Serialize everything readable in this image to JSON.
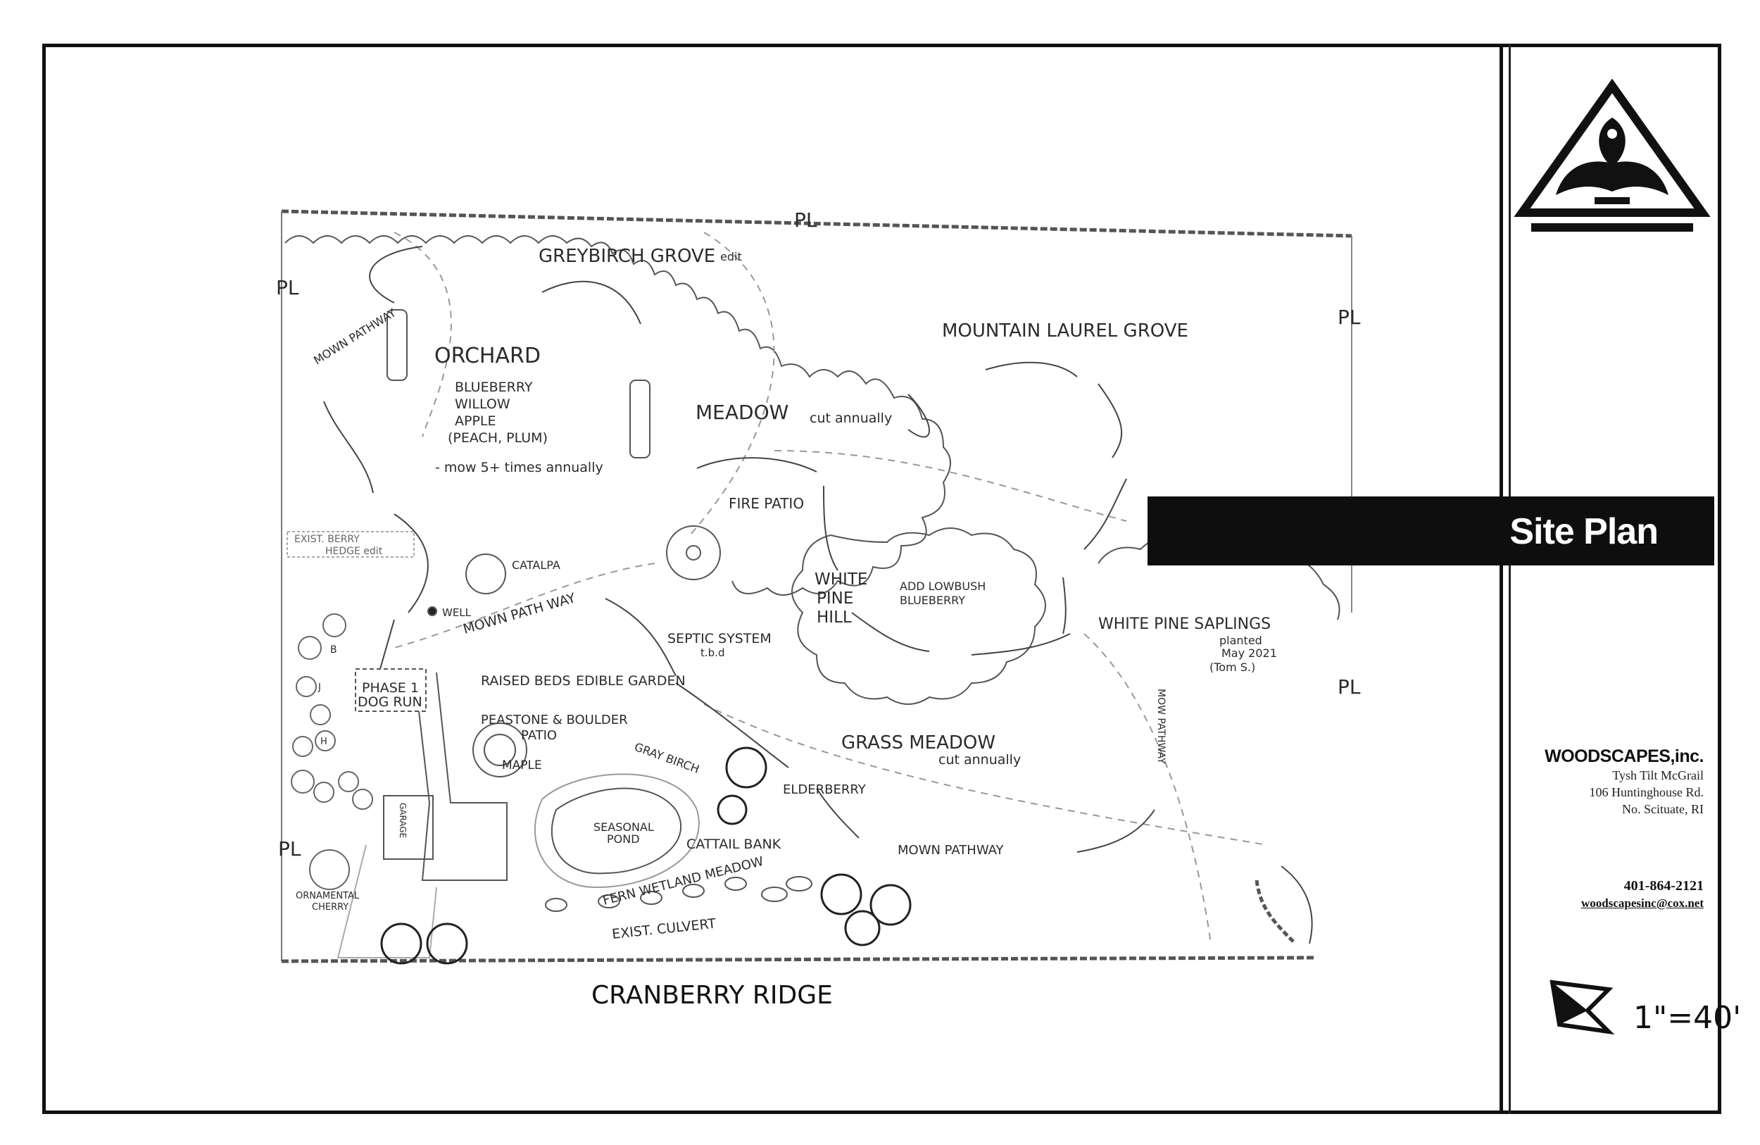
{
  "sheet": {
    "title": "Site Plan",
    "project_name": "CRANBERRY RIDGE",
    "scale": "1\"=40'"
  },
  "company": {
    "name": "WOODSCAPES,inc.",
    "contact_person": "Tysh Tilt McGrail",
    "address_line1": "106 Huntinghouse Rd.",
    "address_line2": "No. Scituate, RI",
    "phone": "401-864-2121",
    "email": "woodscapesinc@cox.net"
  },
  "plan_labels": {
    "property_line": "PL",
    "greybirch_grove": "GREYBIRCH GROVE",
    "greybirch_note": "edit",
    "mown_pathway_nw": "MOWN PATHWAY",
    "berry_hedge": "BERRY",
    "hedge": "HEDGE",
    "orchard": "ORCHARD",
    "orchard_items": [
      "BLUEBERRY",
      "WILLOW",
      "APPLE",
      "(PEACH, PLUM)"
    ],
    "orchard_note": "- mow 5+ times annually",
    "meadow": "MEADOW",
    "meadow_note": "cut annually",
    "mountain_laurel_grove": "MOUNTAIN LAUREL GROVE",
    "fire_patio": "FIRE PATIO",
    "exist_berry_hedge": "EXIST. BERRY",
    "exist_berry_hedge2": "HEDGE edit",
    "catalpa": "CATALPA",
    "well": "WELL",
    "mown_pathway_mid": "MOWN PATH WAY",
    "white_pine_hill": [
      "WHITE",
      "PINE",
      "HILL"
    ],
    "add_lowbush": "ADD LOWBUSH",
    "add_lowbush2": "BLUEBERRY",
    "white_pine_saplings": "WHITE PINE SAPLINGS",
    "saplings_note": [
      "planted",
      "May 2021",
      "(Tom S.)"
    ],
    "septic_system": "SEPTIC SYSTEM",
    "septic_note": "t.b.d",
    "phase1": "PHASE 1",
    "dog_run": "DOG RUN",
    "raised_beds": "RAISED BEDS",
    "edible_garden": "EDIBLE GARDEN",
    "peastone_patio": "PEASTONE & BOULDER",
    "patio": "PATIO",
    "maple": "MAPLE",
    "gray_birch": "GRAY BIRCH",
    "grass_meadow": "GRASS MEADOW",
    "grass_meadow_note": "cut annually",
    "mow_pathway_vertical": "MOW PATHWAY",
    "elderberry": "ELDERBERRY",
    "garage": "GARAGE",
    "seasonal_pond": "SEASONAL",
    "pond": "POND",
    "cattail_bank": "CATTAIL BANK",
    "mown_pathway_se": "MOWN PATHWAY",
    "fern_wetland_meadow": "FERN WETLAND MEADOW",
    "ornamental_cherry": "ORNAMENTAL",
    "cherry": "CHERRY",
    "exist_culvert": "EXIST. CULVERT",
    "shrub_b": "B",
    "shrub_j": "J",
    "shrub_h": "H"
  },
  "colors": {
    "ink": "#2b2b2b",
    "frame": "#111111",
    "title_bar": "#0e0e0e",
    "title_text": "#ffffff"
  }
}
